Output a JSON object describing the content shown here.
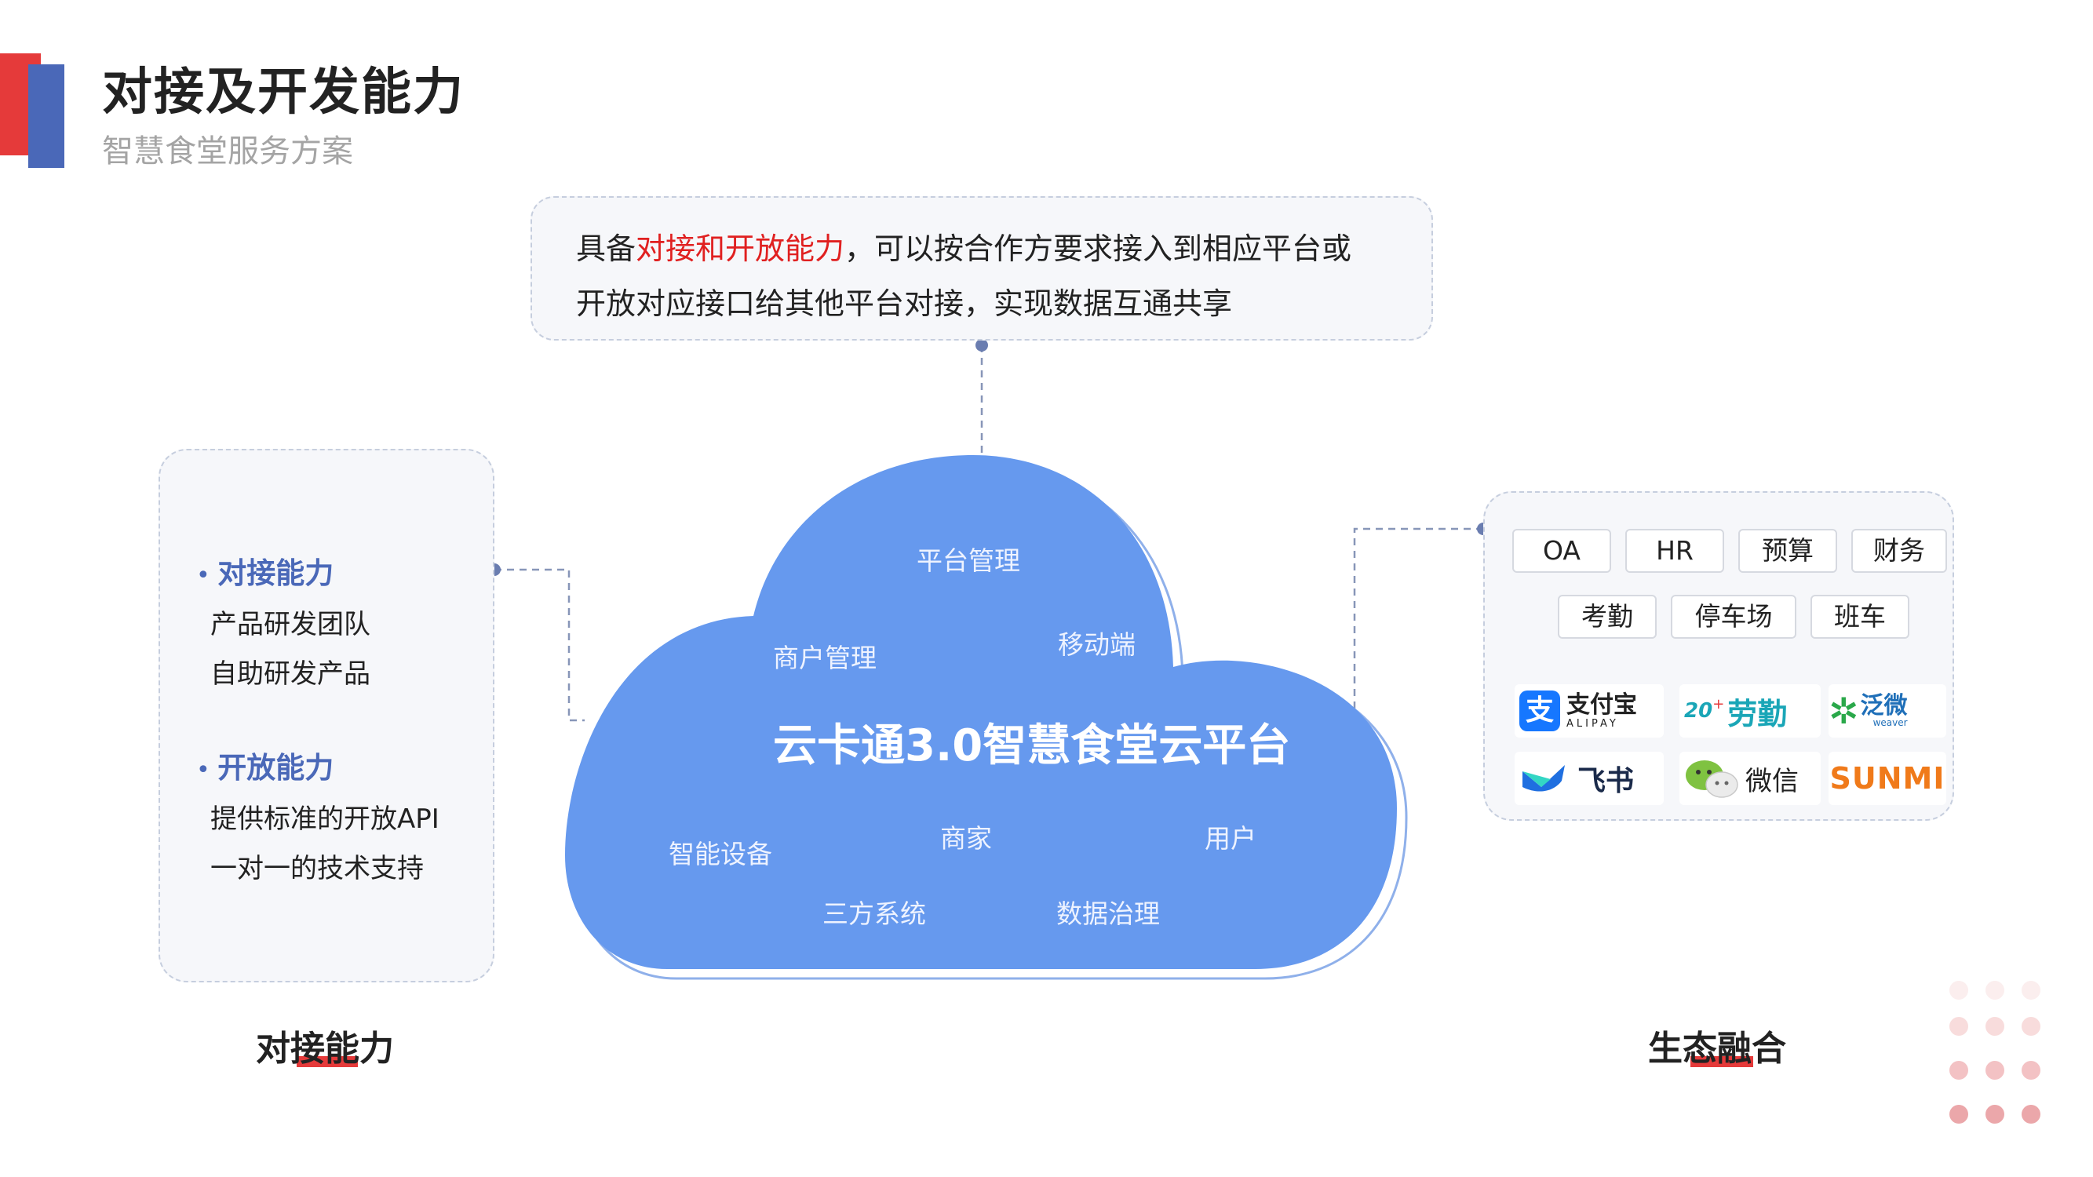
{
  "header": {
    "title": "对接及开发能力",
    "subtitle": "智慧食堂服务方案"
  },
  "top_box": {
    "text_before": "具备",
    "text_highlight": "对接和开放能力",
    "text_after": "，可以按合作方要求接入到相应平台或",
    "line2": "开放对应接口给其他平台对接，实现数据互通共享"
  },
  "left_panel": {
    "sections": [
      {
        "title": "对接能力",
        "lines": [
          "产品研发团队",
          "自助研发产品"
        ]
      },
      {
        "title": "开放能力",
        "lines": [
          "提供标准的开放API",
          "一对一的技术支持"
        ]
      }
    ],
    "caption": "对接能力"
  },
  "cloud": {
    "title": "云卡通3.0智慧食堂云平台",
    "labels": [
      "平台管理",
      "商户管理",
      "移动端",
      "智能设备",
      "商家",
      "用户",
      "三方系统",
      "数据治理"
    ]
  },
  "right_panel": {
    "tags_row1": [
      "OA",
      "HR",
      "预算",
      "财务"
    ],
    "tags_row2": [
      "考勤",
      "停车场",
      "班车"
    ],
    "logos": {
      "alipay_cn": "支付宝",
      "alipay_en": "ALIPAY",
      "laoqin_prefix": "20",
      "laoqin": "劳勤",
      "fanwei_cn": "泛微",
      "fanwei_en": "weaver",
      "feishu": "飞书",
      "wechat": "微信",
      "sunmi": "SUNMI"
    },
    "caption": "生态融合"
  },
  "colors": {
    "accent_red": "#e53a3a",
    "accent_blue": "#4a68b8",
    "cloud_fill": "#6699ee"
  }
}
